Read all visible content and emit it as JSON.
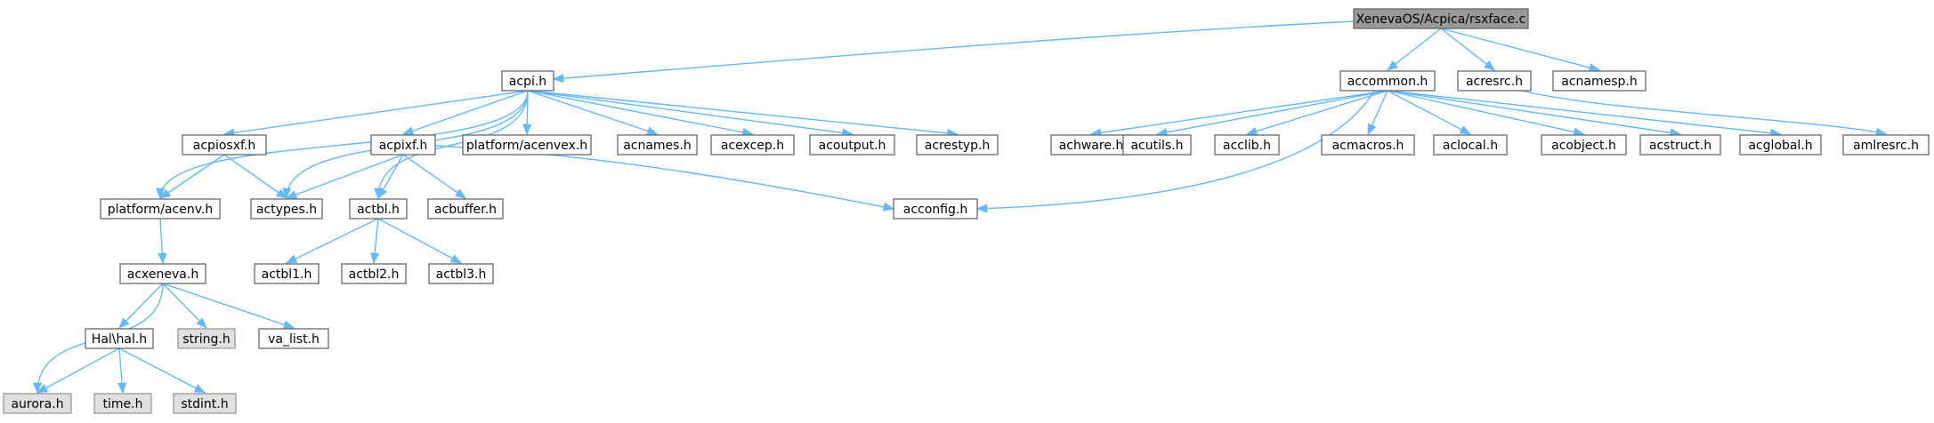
{
  "diagram": {
    "nodes": [
      {
        "id": "rsxface",
        "label": "XenevaOS/Acpica/rsxface.c",
        "style": "root"
      },
      {
        "id": "acpi",
        "label": "acpi.h",
        "style": "normal"
      },
      {
        "id": "accommon",
        "label": "accommon.h",
        "style": "normal"
      },
      {
        "id": "acresrc",
        "label": "acresrc.h",
        "style": "normal"
      },
      {
        "id": "acnamesp",
        "label": "acnamesp.h",
        "style": "normal"
      },
      {
        "id": "acpiosxf",
        "label": "acpiosxf.h",
        "style": "normal"
      },
      {
        "id": "acpixf",
        "label": "acpixf.h",
        "style": "normal"
      },
      {
        "id": "acenvex",
        "label": "platform/acenvex.h",
        "style": "normal"
      },
      {
        "id": "acnames",
        "label": "acnames.h",
        "style": "normal"
      },
      {
        "id": "acexcep",
        "label": "acexcep.h",
        "style": "normal"
      },
      {
        "id": "acoutput",
        "label": "acoutput.h",
        "style": "normal"
      },
      {
        "id": "acrestyp",
        "label": "acrestyp.h",
        "style": "normal"
      },
      {
        "id": "achware",
        "label": "achware.h",
        "style": "normal"
      },
      {
        "id": "acutils",
        "label": "acutils.h",
        "style": "normal"
      },
      {
        "id": "acclib",
        "label": "acclib.h",
        "style": "normal"
      },
      {
        "id": "acmacros",
        "label": "acmacros.h",
        "style": "normal"
      },
      {
        "id": "aclocal",
        "label": "aclocal.h",
        "style": "normal"
      },
      {
        "id": "acobject",
        "label": "acobject.h",
        "style": "normal"
      },
      {
        "id": "acstruct",
        "label": "acstruct.h",
        "style": "normal"
      },
      {
        "id": "acglobal",
        "label": "acglobal.h",
        "style": "normal"
      },
      {
        "id": "amlresrc",
        "label": "amlresrc.h",
        "style": "normal"
      },
      {
        "id": "acenv",
        "label": "platform/acenv.h",
        "style": "normal"
      },
      {
        "id": "actypes",
        "label": "actypes.h",
        "style": "normal"
      },
      {
        "id": "actbl",
        "label": "actbl.h",
        "style": "normal"
      },
      {
        "id": "acbuffer",
        "label": "acbuffer.h",
        "style": "normal"
      },
      {
        "id": "acconfig",
        "label": "acconfig.h",
        "style": "normal"
      },
      {
        "id": "acxeneva",
        "label": "acxeneva.h",
        "style": "normal"
      },
      {
        "id": "actbl1",
        "label": "actbl1.h",
        "style": "normal"
      },
      {
        "id": "actbl2",
        "label": "actbl2.h",
        "style": "normal"
      },
      {
        "id": "actbl3",
        "label": "actbl3.h",
        "style": "normal"
      },
      {
        "id": "halh",
        "label": "Hal\\hal.h",
        "style": "normal"
      },
      {
        "id": "stringh",
        "label": "string.h",
        "style": "system"
      },
      {
        "id": "va_list",
        "label": "va_list.h",
        "style": "normal"
      },
      {
        "id": "aurora",
        "label": "aurora.h",
        "style": "system"
      },
      {
        "id": "timeh",
        "label": "time.h",
        "style": "system"
      },
      {
        "id": "stdint",
        "label": "stdint.h",
        "style": "system"
      }
    ],
    "edges": [
      [
        "rsxface",
        "acpi"
      ],
      [
        "rsxface",
        "accommon"
      ],
      [
        "rsxface",
        "acresrc"
      ],
      [
        "rsxface",
        "acnamesp"
      ],
      [
        "acpi",
        "acenv"
      ],
      [
        "acpi",
        "acpiosxf"
      ],
      [
        "acpi",
        "actypes"
      ],
      [
        "acpi",
        "actbl"
      ],
      [
        "acpi",
        "acpixf"
      ],
      [
        "acpi",
        "acenvex"
      ],
      [
        "acpi",
        "acnames"
      ],
      [
        "acpi",
        "acexcep"
      ],
      [
        "acpi",
        "acoutput"
      ],
      [
        "acpi",
        "acrestyp"
      ],
      [
        "acpiosxf",
        "acenv"
      ],
      [
        "acpiosxf",
        "actypes"
      ],
      [
        "acpixf",
        "actypes"
      ],
      [
        "acpixf",
        "actbl"
      ],
      [
        "acpixf",
        "acbuffer"
      ],
      [
        "acpixf",
        "acconfig"
      ],
      [
        "accommon",
        "achware"
      ],
      [
        "accommon",
        "acutils"
      ],
      [
        "accommon",
        "acclib"
      ],
      [
        "accommon",
        "acmacros"
      ],
      [
        "accommon",
        "aclocal"
      ],
      [
        "accommon",
        "acobject"
      ],
      [
        "accommon",
        "acstruct"
      ],
      [
        "accommon",
        "acglobal"
      ],
      [
        "accommon",
        "acconfig"
      ],
      [
        "acresrc",
        "amlresrc"
      ],
      [
        "acenv",
        "acxeneva"
      ],
      [
        "actbl",
        "actbl1"
      ],
      [
        "actbl",
        "actbl2"
      ],
      [
        "actbl",
        "actbl3"
      ],
      [
        "acxeneva",
        "aurora"
      ],
      [
        "acxeneva",
        "halh"
      ],
      [
        "acxeneva",
        "stringh"
      ],
      [
        "acxeneva",
        "va_list"
      ],
      [
        "halh",
        "aurora"
      ],
      [
        "halh",
        "timeh"
      ],
      [
        "halh",
        "stdint"
      ]
    ]
  }
}
